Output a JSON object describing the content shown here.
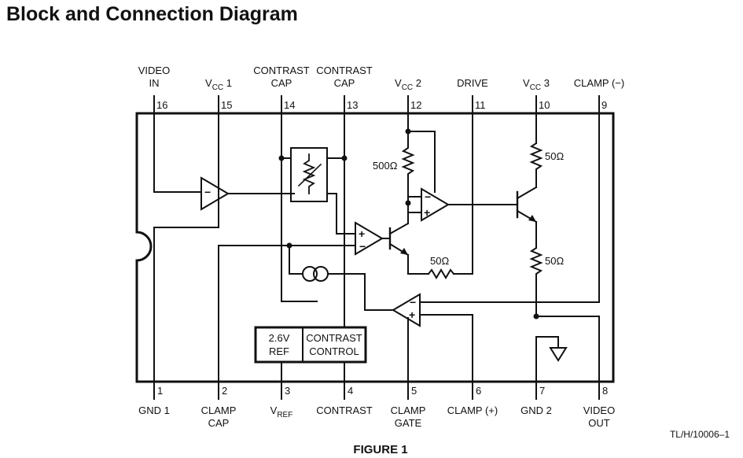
{
  "title": "Block and Connection Diagram",
  "top_pins": [
    {
      "number": "16",
      "label_lines": [
        "VIDEO",
        "IN"
      ]
    },
    {
      "number": "15",
      "label": "V",
      "sub": "CC",
      "suffix": " 1"
    },
    {
      "number": "14",
      "label_lines": [
        "CONTRAST",
        "CAP"
      ]
    },
    {
      "number": "13",
      "label_lines": [
        "CONTRAST",
        "CAP"
      ]
    },
    {
      "number": "12",
      "label": "V",
      "sub": "CC",
      "suffix": " 2"
    },
    {
      "number": "11",
      "label": "DRIVE"
    },
    {
      "number": "10",
      "label": "V",
      "sub": "CC",
      "suffix": " 3"
    },
    {
      "number": "9",
      "label": "CLAMP (−)"
    }
  ],
  "bottom_pins": [
    {
      "number": "1",
      "label_lines": [
        "GND 1"
      ]
    },
    {
      "number": "2",
      "label_lines": [
        "CLAMP",
        "CAP"
      ]
    },
    {
      "number": "3",
      "label": "V",
      "sub": "REF"
    },
    {
      "number": "4",
      "label_lines": [
        "CONTRAST"
      ]
    },
    {
      "number": "5",
      "label_lines": [
        "CLAMP",
        "GATE"
      ]
    },
    {
      "number": "6",
      "label_lines": [
        "CLAMP (+)"
      ]
    },
    {
      "number": "7",
      "label_lines": [
        "GND 2"
      ]
    },
    {
      "number": "8",
      "label_lines": [
        "VIDEO",
        "OUT"
      ]
    }
  ],
  "resistors": {
    "r_500": "500Ω",
    "r_50_top": "50Ω",
    "r_50_mid": "50Ω",
    "r_50_bottom": "50Ω"
  },
  "blocks": {
    "ref_lines": [
      "2.6V",
      "REF"
    ],
    "contrast_lines": [
      "CONTRAST",
      "CONTROL"
    ]
  },
  "amp_signs": {
    "minus": "−",
    "plus": "+"
  },
  "figure_code": "TL/H/10006–1",
  "caption": "FIGURE 1"
}
